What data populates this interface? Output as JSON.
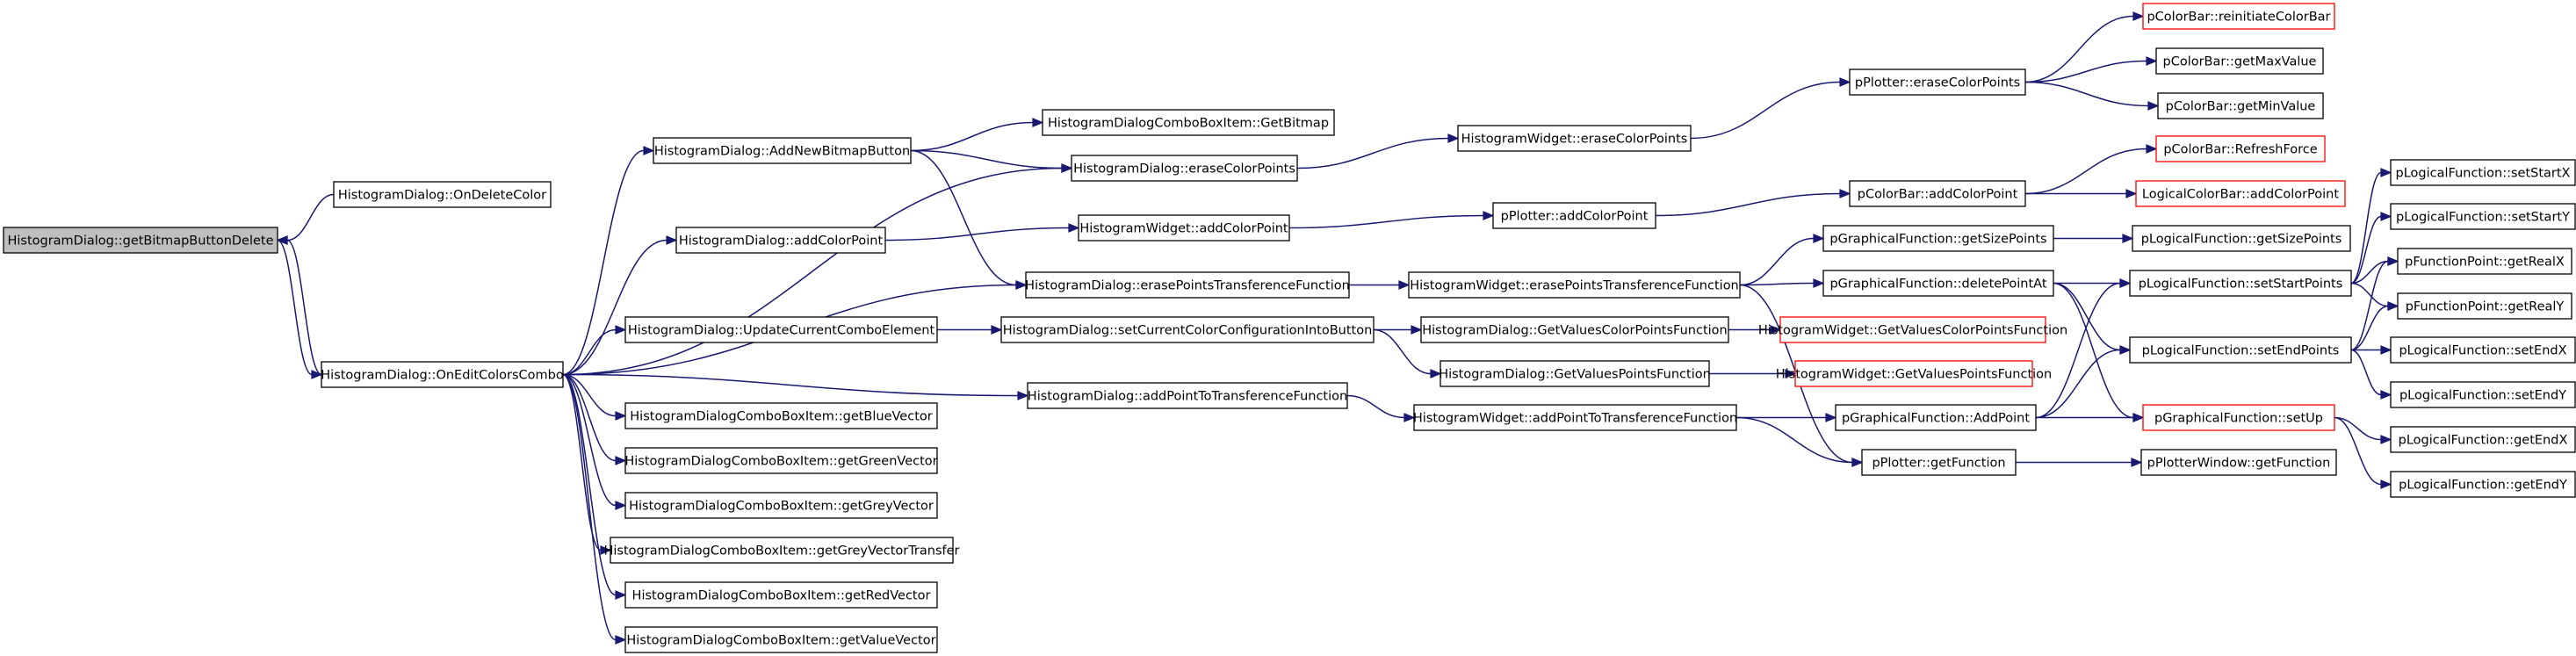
{
  "nodes": [
    {
      "id": "root",
      "label": "HistogramDialog::getBitmapButtonDelete",
      "style": "root"
    },
    {
      "id": "onDel",
      "label": "HistogramDialog::OnDeleteColor"
    },
    {
      "id": "onEdit",
      "label": "HistogramDialog::OnEditColorsCombo"
    },
    {
      "id": "addBmp",
      "label": "HistogramDialog::AddNewBitmapButton"
    },
    {
      "id": "addCP",
      "label": "HistogramDialog::addColorPoint"
    },
    {
      "id": "updCombo",
      "label": "HistogramDialog::UpdateCurrentComboElement"
    },
    {
      "id": "getBlue",
      "label": "HistogramDialogComboBoxItem::getBlueVector"
    },
    {
      "id": "getGreen",
      "label": "HistogramDialogComboBoxItem::getGreenVector"
    },
    {
      "id": "getGrey",
      "label": "HistogramDialogComboBoxItem::getGreyVector"
    },
    {
      "id": "getGreyT",
      "label": "HistogramDialogComboBoxItem::getGreyVectorTransfer"
    },
    {
      "id": "getRed",
      "label": "HistogramDialogComboBoxItem::getRedVector"
    },
    {
      "id": "getValue",
      "label": "HistogramDialogComboBoxItem::getValueVector"
    },
    {
      "id": "getBitmap",
      "label": "HistogramDialogComboBoxItem::GetBitmap"
    },
    {
      "id": "eraseCP",
      "label": "HistogramDialog::eraseColorPoints"
    },
    {
      "id": "hwAddCP",
      "label": "HistogramWidget::addColorPoint"
    },
    {
      "id": "erasePTF",
      "label": "HistogramDialog::erasePointsTransferenceFunction"
    },
    {
      "id": "setCurr",
      "label": "HistogramDialog::setCurrentColorConfigurationIntoButton"
    },
    {
      "id": "addPTF",
      "label": "HistogramDialog::addPointToTransferenceFunction"
    },
    {
      "id": "hwEraseCP",
      "label": "HistogramWidget::eraseColorPoints"
    },
    {
      "id": "hwErasePTF",
      "label": "HistogramWidget::erasePointsTransferenceFunction"
    },
    {
      "id": "dlgGetVCPF",
      "label": "HistogramDialog::GetValuesColorPointsFunction"
    },
    {
      "id": "dlgGetVPF",
      "label": "HistogramDialog::GetValuesPointsFunction"
    },
    {
      "id": "hwAddPTF",
      "label": "HistogramWidget::addPointToTransferenceFunction"
    },
    {
      "id": "ppAddCP",
      "label": "pPlotter::addColorPoint"
    },
    {
      "id": "hwGetVCPF",
      "label": "HistogramWidget::GetValuesColorPointsFunction",
      "style": "red"
    },
    {
      "id": "hwGetVPF",
      "label": "HistogramWidget::GetValuesPointsFunction",
      "style": "red"
    },
    {
      "id": "ppEraseCP",
      "label": "pPlotter::eraseColorPoints"
    },
    {
      "id": "cbAddCP",
      "label": "pColorBar::addColorPoint"
    },
    {
      "id": "gfGetSize",
      "label": "pGraphicalFunction::getSizePoints"
    },
    {
      "id": "gfDelete",
      "label": "pGraphicalFunction::deletePointAt"
    },
    {
      "id": "gfAdd",
      "label": "pGraphicalFunction::AddPoint"
    },
    {
      "id": "ppGetFunc",
      "label": "pPlotter::getFunction"
    },
    {
      "id": "cbReinit",
      "label": "pColorBar::reinitiateColorBar",
      "style": "red"
    },
    {
      "id": "cbMax",
      "label": "pColorBar::getMaxValue"
    },
    {
      "id": "cbMin",
      "label": "pColorBar::getMinValue"
    },
    {
      "id": "cbRefresh",
      "label": "pColorBar::RefreshForce",
      "style": "red"
    },
    {
      "id": "lcbAdd",
      "label": "LogicalColorBar::addColorPoint",
      "style": "red"
    },
    {
      "id": "lfGetSize",
      "label": "pLogicalFunction::getSizePoints"
    },
    {
      "id": "lfSetStart",
      "label": "pLogicalFunction::setStartPoints"
    },
    {
      "id": "lfSetEnd",
      "label": "pLogicalFunction::setEndPoints"
    },
    {
      "id": "gfSetUp",
      "label": "pGraphicalFunction::setUp",
      "style": "red"
    },
    {
      "id": "pwGetFunc",
      "label": "pPlotterWindow::getFunction"
    },
    {
      "id": "lfSetStartX",
      "label": "pLogicalFunction::setStartX"
    },
    {
      "id": "lfSetStartY",
      "label": "pLogicalFunction::setStartY"
    },
    {
      "id": "fpGetRealX",
      "label": "pFunctionPoint::getRealX"
    },
    {
      "id": "fpGetRealY",
      "label": "pFunctionPoint::getRealY"
    },
    {
      "id": "lfSetEndX",
      "label": "pLogicalFunction::setEndX"
    },
    {
      "id": "lfSetEndY",
      "label": "pLogicalFunction::setEndY"
    },
    {
      "id": "lfGetEndX",
      "label": "pLogicalFunction::getEndX"
    },
    {
      "id": "lfGetEndY",
      "label": "pLogicalFunction::getEndY"
    }
  ],
  "edges": [
    [
      "onDel",
      "root"
    ],
    [
      "onEdit",
      "root"
    ],
    [
      "root",
      "onEdit"
    ],
    [
      "onEdit",
      "addBmp"
    ],
    [
      "onEdit",
      "eraseCP"
    ],
    [
      "onEdit",
      "addCP"
    ],
    [
      "onEdit",
      "erasePTF"
    ],
    [
      "onEdit",
      "updCombo"
    ],
    [
      "onEdit",
      "addPTF"
    ],
    [
      "onEdit",
      "getBlue"
    ],
    [
      "onEdit",
      "getGreen"
    ],
    [
      "onEdit",
      "getGrey"
    ],
    [
      "onEdit",
      "getGreyT"
    ],
    [
      "onEdit",
      "getRed"
    ],
    [
      "onEdit",
      "getValue"
    ],
    [
      "addBmp",
      "getBitmap"
    ],
    [
      "addBmp",
      "eraseCP"
    ],
    [
      "addBmp",
      "erasePTF"
    ],
    [
      "addCP",
      "hwAddCP"
    ],
    [
      "updCombo",
      "setCurr"
    ],
    [
      "eraseCP",
      "hwEraseCP"
    ],
    [
      "hwAddCP",
      "ppAddCP"
    ],
    [
      "erasePTF",
      "hwErasePTF"
    ],
    [
      "setCurr",
      "dlgGetVCPF"
    ],
    [
      "setCurr",
      "dlgGetVPF"
    ],
    [
      "addPTF",
      "hwAddPTF"
    ],
    [
      "hwEraseCP",
      "ppEraseCP"
    ],
    [
      "ppAddCP",
      "cbAddCP"
    ],
    [
      "hwErasePTF",
      "gfGetSize"
    ],
    [
      "hwErasePTF",
      "gfDelete"
    ],
    [
      "hwErasePTF",
      "ppGetFunc"
    ],
    [
      "dlgGetVCPF",
      "hwGetVCPF"
    ],
    [
      "dlgGetVPF",
      "hwGetVPF"
    ],
    [
      "hwAddPTF",
      "gfAdd"
    ],
    [
      "hwAddPTF",
      "ppGetFunc"
    ],
    [
      "ppEraseCP",
      "cbReinit"
    ],
    [
      "ppEraseCP",
      "cbMax"
    ],
    [
      "ppEraseCP",
      "cbMin"
    ],
    [
      "cbAddCP",
      "cbRefresh"
    ],
    [
      "cbAddCP",
      "lcbAdd"
    ],
    [
      "gfGetSize",
      "lfGetSize"
    ],
    [
      "gfDelete",
      "lfSetStart"
    ],
    [
      "gfDelete",
      "lfSetEnd"
    ],
    [
      "gfDelete",
      "gfSetUp"
    ],
    [
      "gfAdd",
      "lfSetStart"
    ],
    [
      "gfAdd",
      "lfSetEnd"
    ],
    [
      "gfAdd",
      "gfSetUp"
    ],
    [
      "ppGetFunc",
      "pwGetFunc"
    ],
    [
      "lfSetStart",
      "lfSetStartX"
    ],
    [
      "lfSetStart",
      "lfSetStartY"
    ],
    [
      "lfSetStart",
      "fpGetRealX"
    ],
    [
      "lfSetStart",
      "fpGetRealY"
    ],
    [
      "lfSetEnd",
      "fpGetRealX"
    ],
    [
      "lfSetEnd",
      "fpGetRealY"
    ],
    [
      "lfSetEnd",
      "lfSetEndX"
    ],
    [
      "lfSetEnd",
      "lfSetEndY"
    ],
    [
      "gfSetUp",
      "lfGetEndX"
    ],
    [
      "gfSetUp",
      "lfGetEndY"
    ]
  ]
}
